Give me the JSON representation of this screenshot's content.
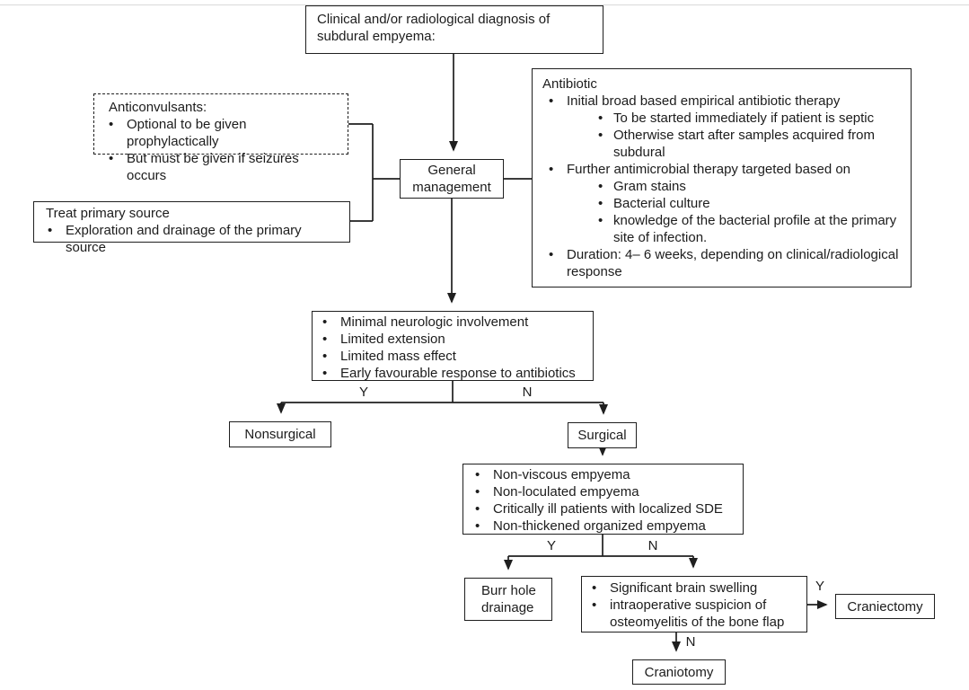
{
  "page": {
    "background_color": "#ffffff",
    "line_color": "#1f1f1f",
    "top_rule_color": "#d9d9d9"
  },
  "nodes": {
    "diagnosis": {
      "text": "Clinical and/or radiological diagnosis of subdural empyema:"
    },
    "anticonvulsants": {
      "title": "Anticonvulsants:",
      "bullets": [
        "Optional to be given prophylactically",
        "But must be given if seizures occurs"
      ]
    },
    "treat_primary_source": {
      "title": "Treat primary source",
      "bullets": [
        "Exploration and drainage of the primary source"
      ]
    },
    "general_management": {
      "text": "General management"
    },
    "antibiotic": {
      "title": "Antibiotic",
      "bullets": [
        {
          "level": 1,
          "text": "Initial broad based empirical antibiotic therapy"
        },
        {
          "level": 2,
          "text": "To be started immediately if patient is septic"
        },
        {
          "level": 2,
          "text": "Otherwise start after samples acquired from subdural"
        },
        {
          "level": 1,
          "text": "Further antimicrobial therapy targeted based on"
        },
        {
          "level": 2,
          "text": "Gram stains"
        },
        {
          "level": 2,
          "text": "Bacterial culture"
        },
        {
          "level": 2,
          "text": "knowledge of the bacterial profile at the primary site of infection."
        },
        {
          "level": 1,
          "text": "Duration: 4– 6 weeks, depending on clinical/radiological response"
        }
      ]
    },
    "conservative_criteria": {
      "bullets": [
        "Minimal neurologic involvement",
        "Limited extension",
        "Limited mass effect",
        "Early favourable response to antibiotics"
      ]
    },
    "nonsurgical": {
      "text": "Nonsurgical"
    },
    "surgical": {
      "text": "Surgical"
    },
    "surgical_criteria": {
      "bullets": [
        "Non-viscous empyema",
        "Non-loculated empyema",
        "Critically ill patients with localized SDE",
        "Non-thickened organized empyema"
      ]
    },
    "burr_hole_drainage": {
      "text": "Burr hole drainage"
    },
    "swelling_criteria": {
      "bullets": [
        "Significant brain swelling",
        "intraoperative suspicion of osteomyelitis of the bone flap"
      ]
    },
    "craniectomy": {
      "text": "Craniectomy"
    },
    "craniotomy": {
      "text": "Craniotomy"
    }
  },
  "branch_labels": {
    "criteria_yes": "Y",
    "criteria_no": "N",
    "surgical_yes": "Y",
    "surgical_no": "N",
    "swelling_yes": "Y",
    "swelling_no": "N"
  }
}
